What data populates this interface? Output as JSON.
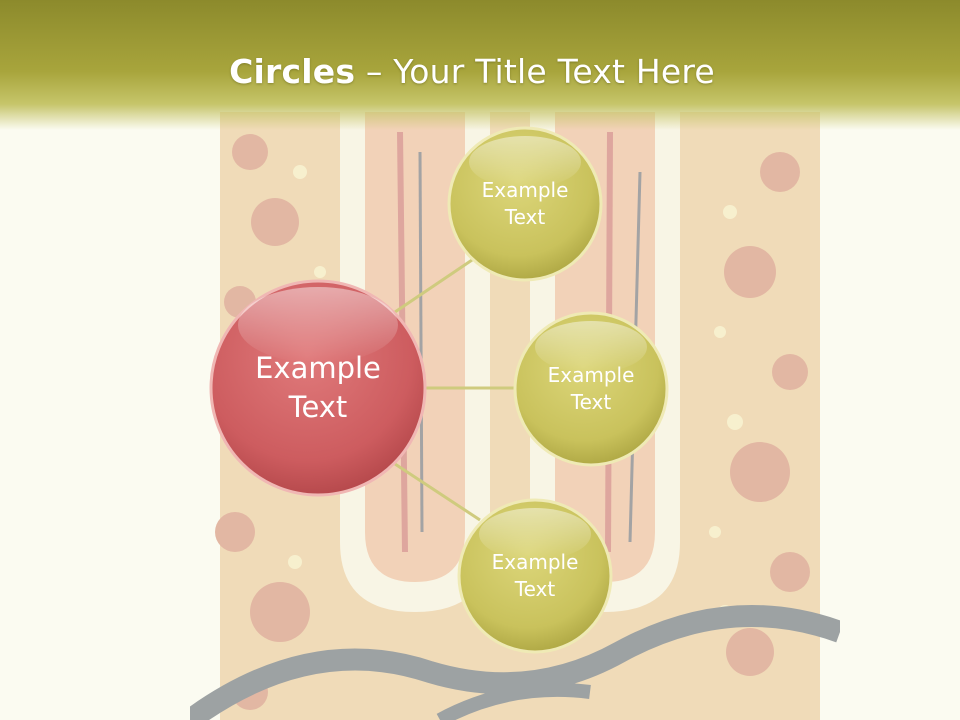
{
  "slide": {
    "title_bold": "Circles",
    "title_rest": " – Your Title Text Here"
  },
  "diagram": {
    "center": {
      "line1": "Example",
      "line2": "Text",
      "color": "#cf5f62"
    },
    "satellites": [
      {
        "line1": "Example",
        "line2": "Text"
      },
      {
        "line1": "Example",
        "line2": "Text"
      },
      {
        "line1": "Example",
        "line2": "Text"
      }
    ],
    "satellite_color": "#c9c25c",
    "connector_color": "#cfcb7e"
  }
}
